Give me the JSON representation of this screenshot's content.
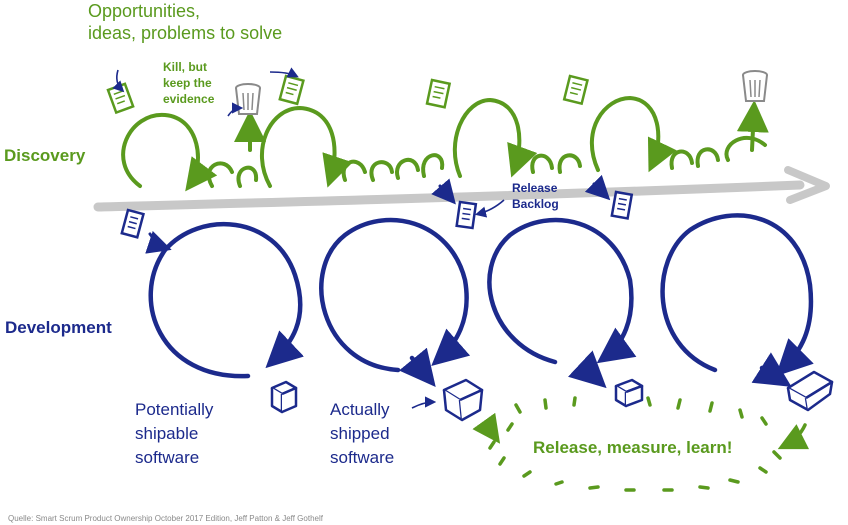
{
  "labels": {
    "opportunities": "Opportunities,\nideas, problems to solve",
    "kill": "Kill, but\nkeep the\nevidence",
    "discovery": "Discovery",
    "development": "Development",
    "release_backlog": "Release\nBacklog",
    "potentially": "Potentially\nshipable\nsoftware",
    "actually": "Actually\nshipped\nsoftware",
    "release_measure": "Release, measure, learn!",
    "source": "Quelle: Smart Scrum Product Ownership October 2017 Edition, Jeff Patton & Jeff Gothelf"
  },
  "colors": {
    "green": "#5a9a1e",
    "blue": "#1c2a8c",
    "arrow_gray": "#c8c8c8",
    "can_gray": "#8a8a8a"
  }
}
